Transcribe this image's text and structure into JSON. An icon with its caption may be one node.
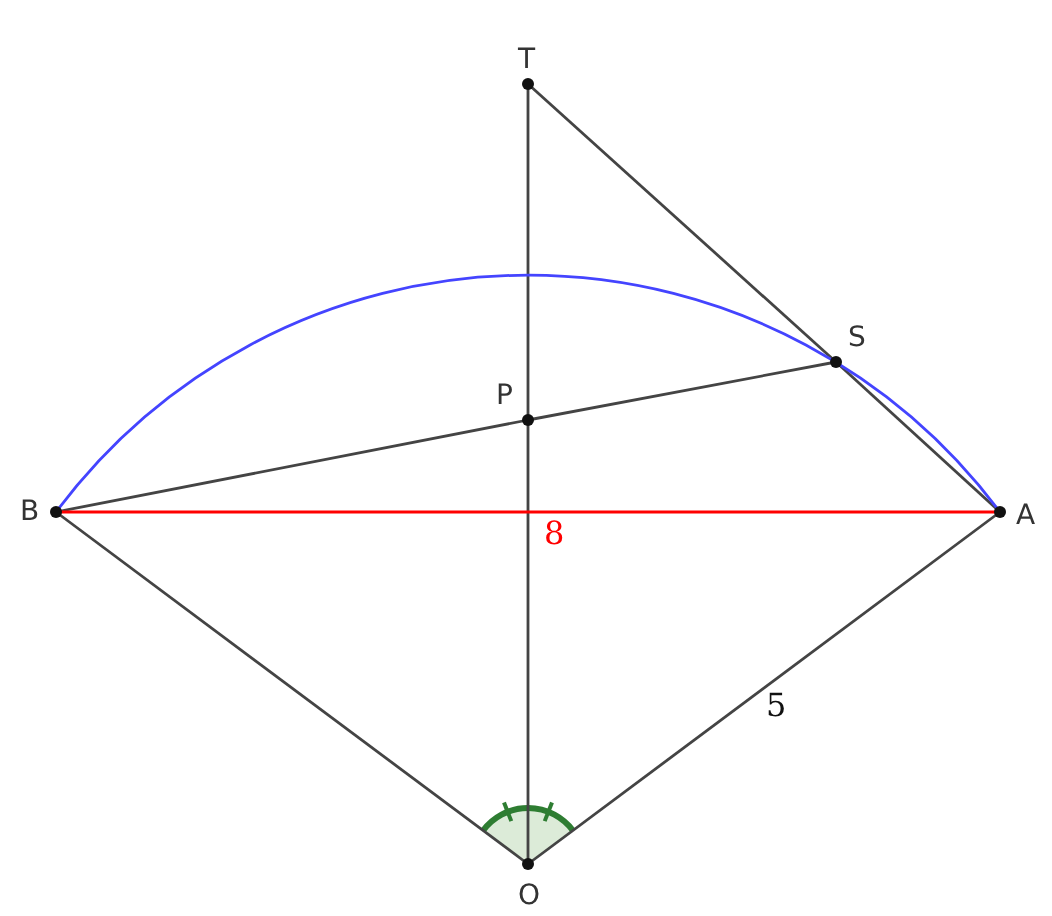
{
  "diagram": {
    "nodes": [
      {
        "text": [
          "T"
        ]
      },
      {
        "text": [
          "S"
        ]
      },
      {
        "text": [
          "P"
        ]
      },
      {
        "text": [
          "B"
        ]
      },
      {
        "text": [
          "A"
        ]
      },
      {
        "text": [
          "O"
        ]
      }
    ],
    "edges": [
      {
        "from": 0,
        "to": 2,
        "arrow": "none"
      },
      {
        "from": 2,
        "to": 5,
        "arrow": "none"
      },
      {
        "from": 0,
        "to": 1,
        "arrow": "none"
      },
      {
        "from": 1,
        "to": 4,
        "arrow": "none"
      },
      {
        "from": 3,
        "to": 2,
        "arrow": "none"
      },
      {
        "from": 2,
        "to": 1,
        "arrow": "none"
      },
      {
        "from": 3,
        "to": 4,
        "arrow": "none",
        "label": "8",
        "color": "#ff0000"
      },
      {
        "from": 3,
        "to": 5,
        "arrow": "none"
      },
      {
        "from": 5,
        "to": 4,
        "arrow": "none",
        "label": "5"
      },
      {
        "from": 3,
        "to": 4,
        "arrow": "none",
        "color": "#4444ff"
      }
    ]
  }
}
